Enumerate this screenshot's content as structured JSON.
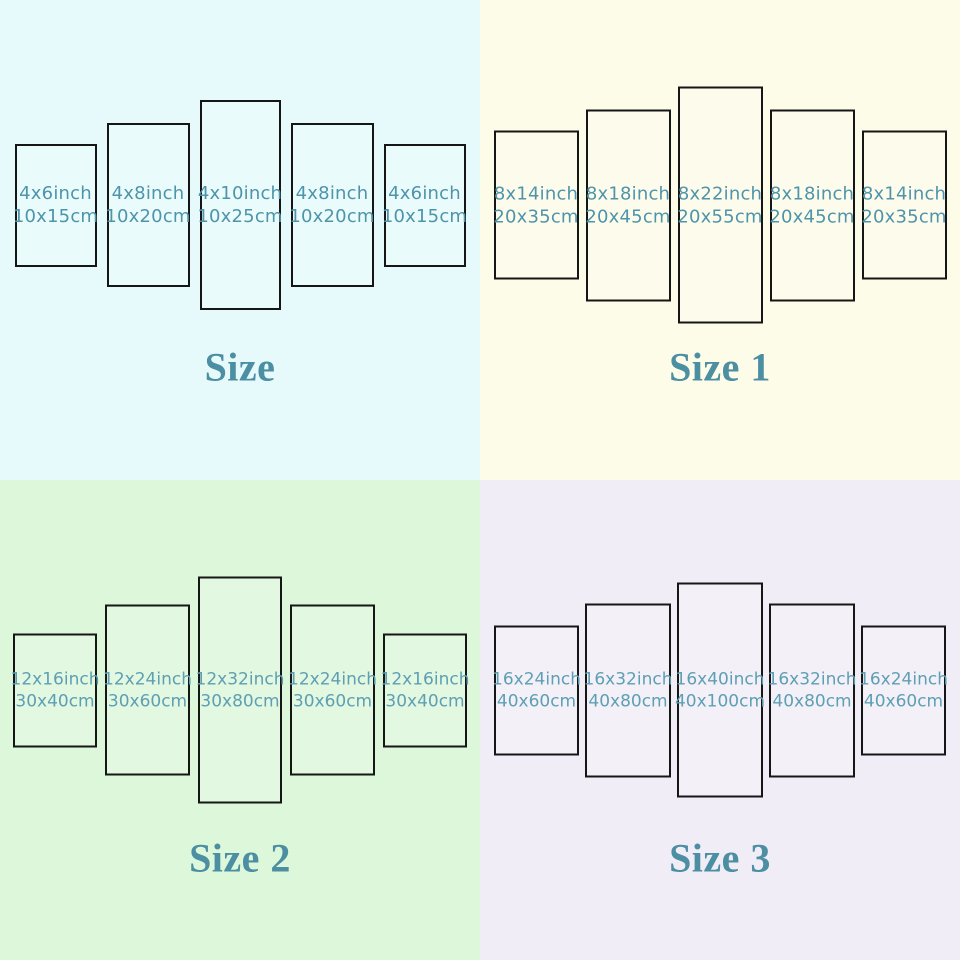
{
  "colors": {
    "quad_bg_size": "#e6fafb",
    "quad_bg_size_1": "#fdfce8",
    "quad_bg_size_2": "#dcf7da",
    "quad_bg_size_3": "#f1edf7",
    "panel_border": "#161616",
    "panel_text_top_quads": "#4e94aa",
    "panel_text_bottom_quads": "#5e9fb4",
    "title_text": "#4c8ea2"
  },
  "quadrants": [
    {
      "title": "Size",
      "panels": [
        {
          "inch": "4x6inch",
          "cm": "10x15cm"
        },
        {
          "inch": "4x8inch",
          "cm": "10x20cm"
        },
        {
          "inch": "4x10inch",
          "cm": "10x25cm"
        },
        {
          "inch": "4x8inch",
          "cm": "10x20cm"
        },
        {
          "inch": "4x6inch",
          "cm": "10x15cm"
        }
      ]
    },
    {
      "title": "Size 1",
      "panels": [
        {
          "inch": "8x14inch",
          "cm": "20x35cm"
        },
        {
          "inch": "8x18inch",
          "cm": "20x45cm"
        },
        {
          "inch": "8x22inch",
          "cm": "20x55cm"
        },
        {
          "inch": "8x18inch",
          "cm": "20x45cm"
        },
        {
          "inch": "8x14inch",
          "cm": "20x35cm"
        }
      ]
    },
    {
      "title": "Size 2",
      "panels": [
        {
          "inch": "12x16inch",
          "cm": "30x40cm"
        },
        {
          "inch": "12x24inch",
          "cm": "30x60cm"
        },
        {
          "inch": "12x32inch",
          "cm": "30x80cm"
        },
        {
          "inch": "12x24inch",
          "cm": "30x60cm"
        },
        {
          "inch": "12x16inch",
          "cm": "30x40cm"
        }
      ]
    },
    {
      "title": "Size 3",
      "panels": [
        {
          "inch": "16x24inch",
          "cm": "40x60cm"
        },
        {
          "inch": "16x32inch",
          "cm": "40x80cm"
        },
        {
          "inch": "16x40inch",
          "cm": "40x100cm"
        },
        {
          "inch": "16x32inch",
          "cm": "40x80cm"
        },
        {
          "inch": "16x24inch",
          "cm": "40x60cm"
        }
      ]
    }
  ]
}
